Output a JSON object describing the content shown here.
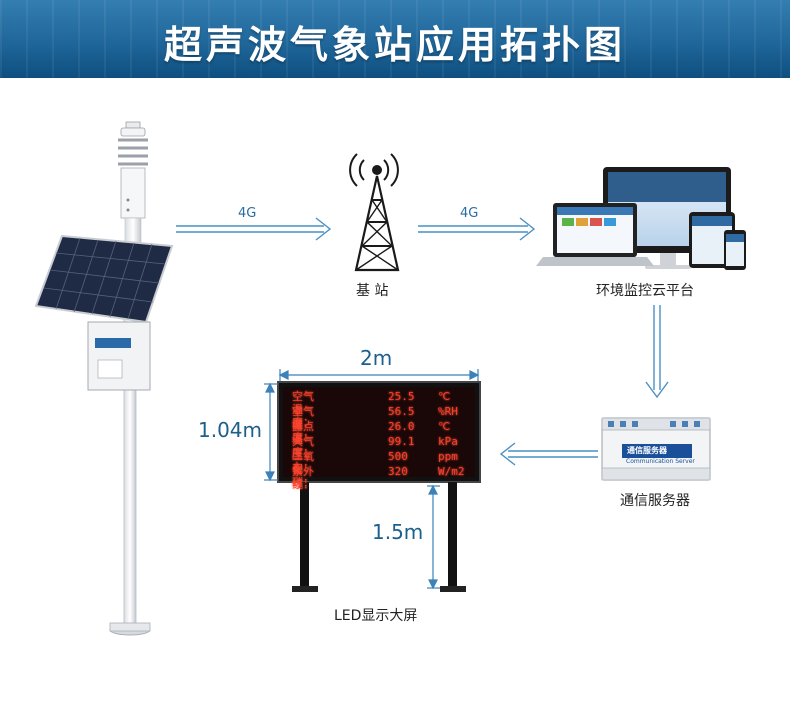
{
  "title": "超声波气象站应用拓扑图",
  "links": {
    "link_4g_1": "4G",
    "link_4g_2": "4G"
  },
  "nodes": {
    "base_station": "基  站",
    "cloud_platform": "环境监控云平台",
    "comm_server": "通信服务器",
    "led_screen": "LED显示大屏"
  },
  "dimensions": {
    "width": "2m",
    "height": "1.04m",
    "pole_height": "1.5m"
  },
  "led_rows": [
    {
      "label": "空气温度：",
      "value": "25.5",
      "unit": "℃"
    },
    {
      "label": "空气湿度：",
      "value": "56.5",
      "unit": "%RH"
    },
    {
      "label": "露点温度：",
      "value": "26.0",
      "unit": "℃"
    },
    {
      "label": "大气压力：",
      "value": "99.1",
      "unit": "kPa"
    },
    {
      "label": "二氧化碳：",
      "value": "500",
      "unit": "ppm"
    },
    {
      "label": "紫外线：",
      "value": "320",
      "unit": "W/m2"
    }
  ],
  "device_labels": {
    "server_brand": "通信服务器",
    "server_sub": "Communication Server"
  },
  "colors": {
    "banner": "#155f95",
    "arrow": "#4a90c4",
    "led_text": "#ff3b2a",
    "dim_line": "#3b82b8"
  }
}
